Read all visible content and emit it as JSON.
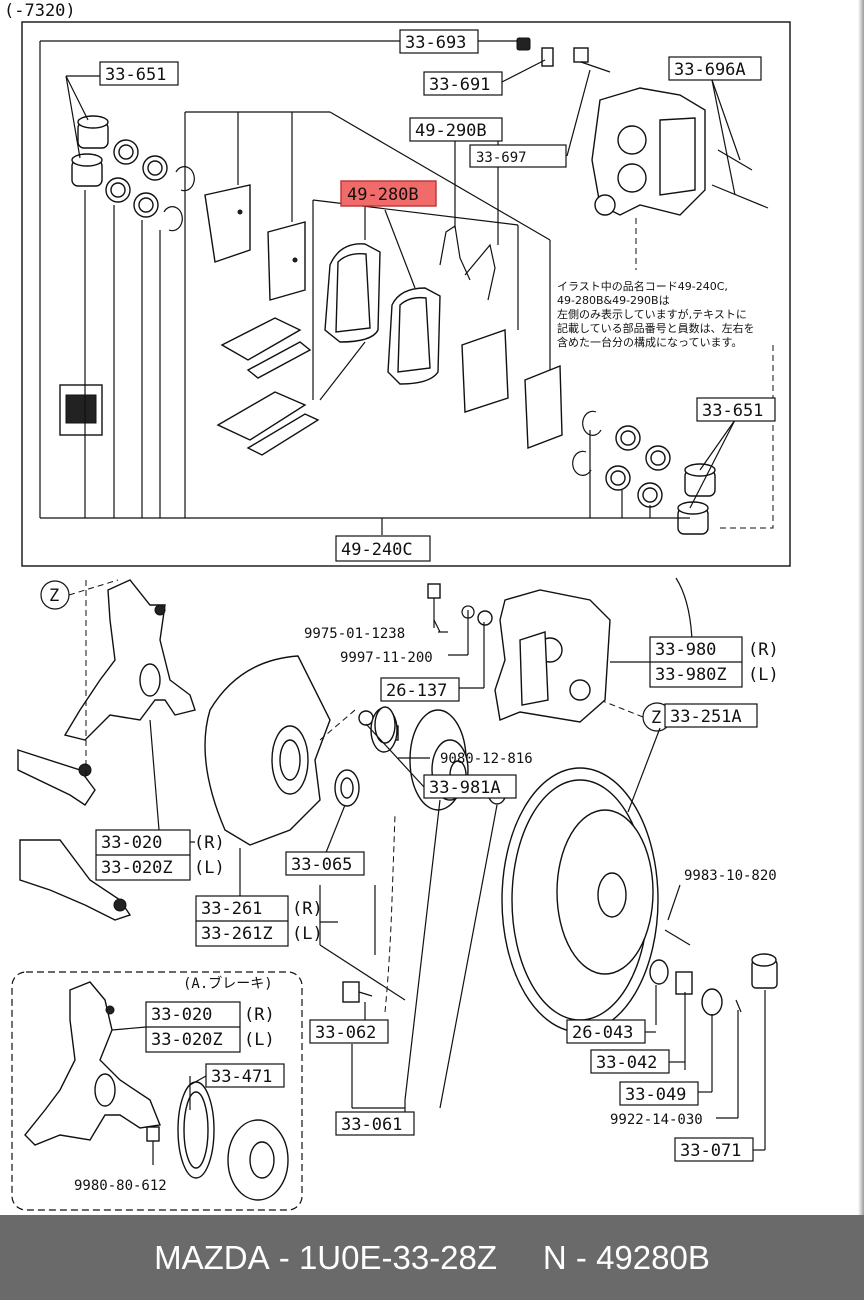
{
  "header": {
    "range_label": "(-7320)"
  },
  "note_lines": [
    "イラスト中の品名コード49-240C,",
    "49-280B&49-290Bは",
    "左側のみ表示していますが,テキストに",
    "記載している部品番号と員数は、左右を",
    "含めた一台分の構成になっています。"
  ],
  "callouts": {
    "p33693": "33-693",
    "p33651a": "33-651",
    "p33691": "33-691",
    "p33696a": "33-696A",
    "p49290b": "49-290B",
    "p33697": "33-697",
    "p49280b": "49-280B",
    "p33651b": "33-651",
    "p49240c": "49-240C",
    "z1": "Z",
    "z2": "Z",
    "p9975": "9975-01-1238",
    "p9997": "9997-11-200",
    "p26137": "26-137",
    "p33980": "33-980",
    "p33980z": "33-980Z",
    "p9080": "9080-12-816",
    "p33981a": "33-981A",
    "p33251a": "33-251A",
    "p33020": "33-020",
    "p33020z": "33-020Z",
    "p33065": "33-065",
    "p9983": "9983-10-820",
    "p33261": "33-261",
    "p33261z": "33-261Z",
    "abs_title": "(A.ブレーキ)",
    "p33020b": "33-020",
    "p33020zb": "33-020Z",
    "p33471": "33-471",
    "p33062": "33-062",
    "p26043": "26-043",
    "p33042": "33-042",
    "p33049": "33-049",
    "p9922": "9922-14-030",
    "p33061": "33-061",
    "p33071": "33-071",
    "p9980": "9980-80-612",
    "side_r": "(R)",
    "side_l": "(L)"
  },
  "highlight_color": "#f26b6b",
  "footer": {
    "brand": "MAZDA",
    "sep": " - ",
    "part_code": "1U0E-33-28Z",
    "gap": "     ",
    "n_label": "N",
    "n_code": "49280B"
  }
}
